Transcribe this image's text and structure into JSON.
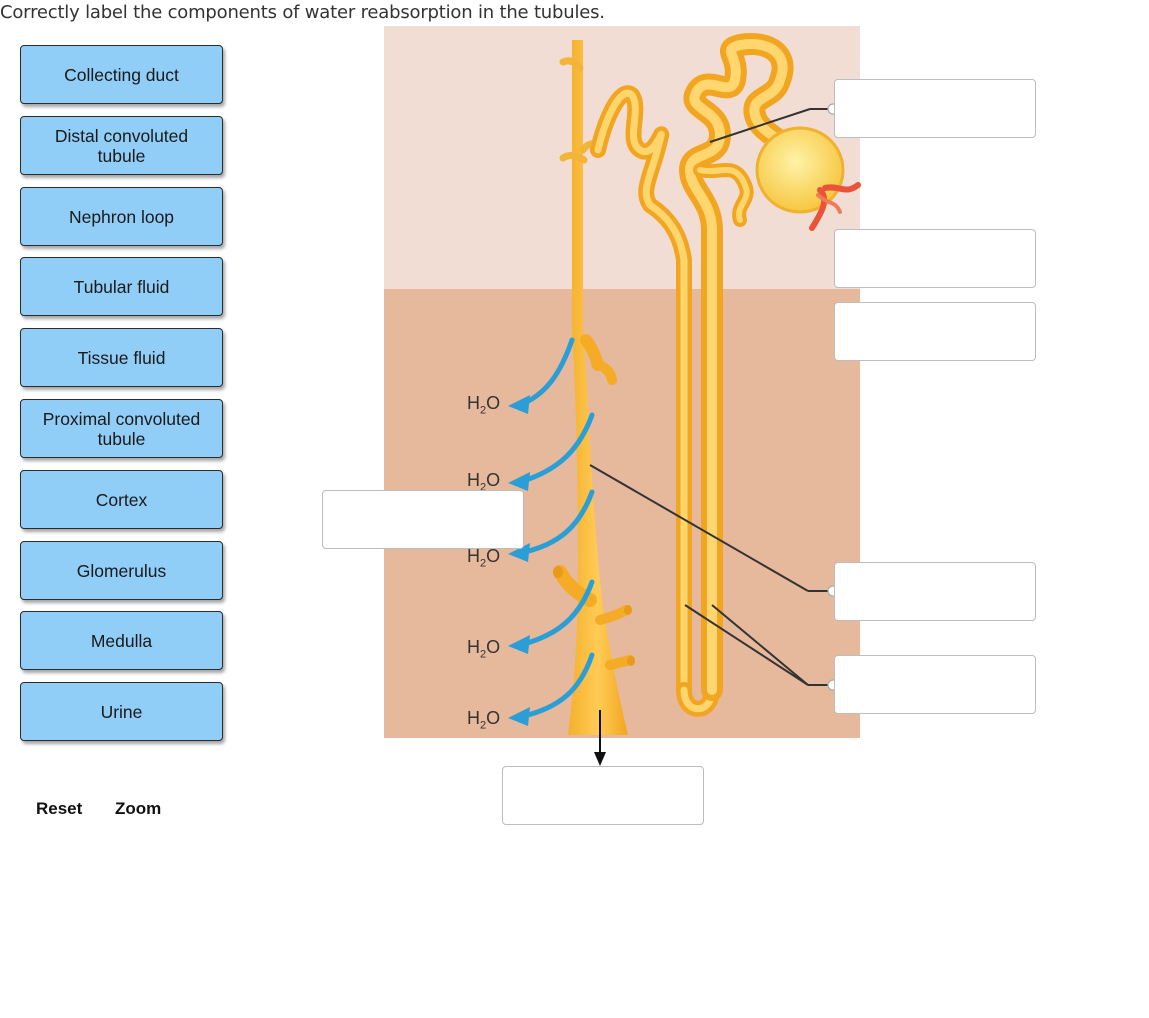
{
  "question": "Correctly label the components of water reabsorption in the tubules.",
  "labels": [
    "Collecting duct",
    "Distal convoluted tubule",
    "Nephron loop",
    "Tubular fluid",
    "Tissue fluid",
    "Proximal convoluted tubule",
    "Cortex",
    "Glomerulus",
    "Medulla",
    "Urine"
  ],
  "controls": {
    "reset": "Reset",
    "zoom": "Zoom"
  },
  "diagram": {
    "water_formula": {
      "h": "H",
      "sub": "2",
      "o": "O"
    },
    "water_arrow_count": 5,
    "colors": {
      "cortex": "#f2ddd4",
      "medulla": "#e6b89c",
      "tubule": "#f7bb3a",
      "tubule_dark": "#f0a020",
      "water_arrow": "#2a9ed6",
      "vessel": "#e8533a"
    }
  }
}
